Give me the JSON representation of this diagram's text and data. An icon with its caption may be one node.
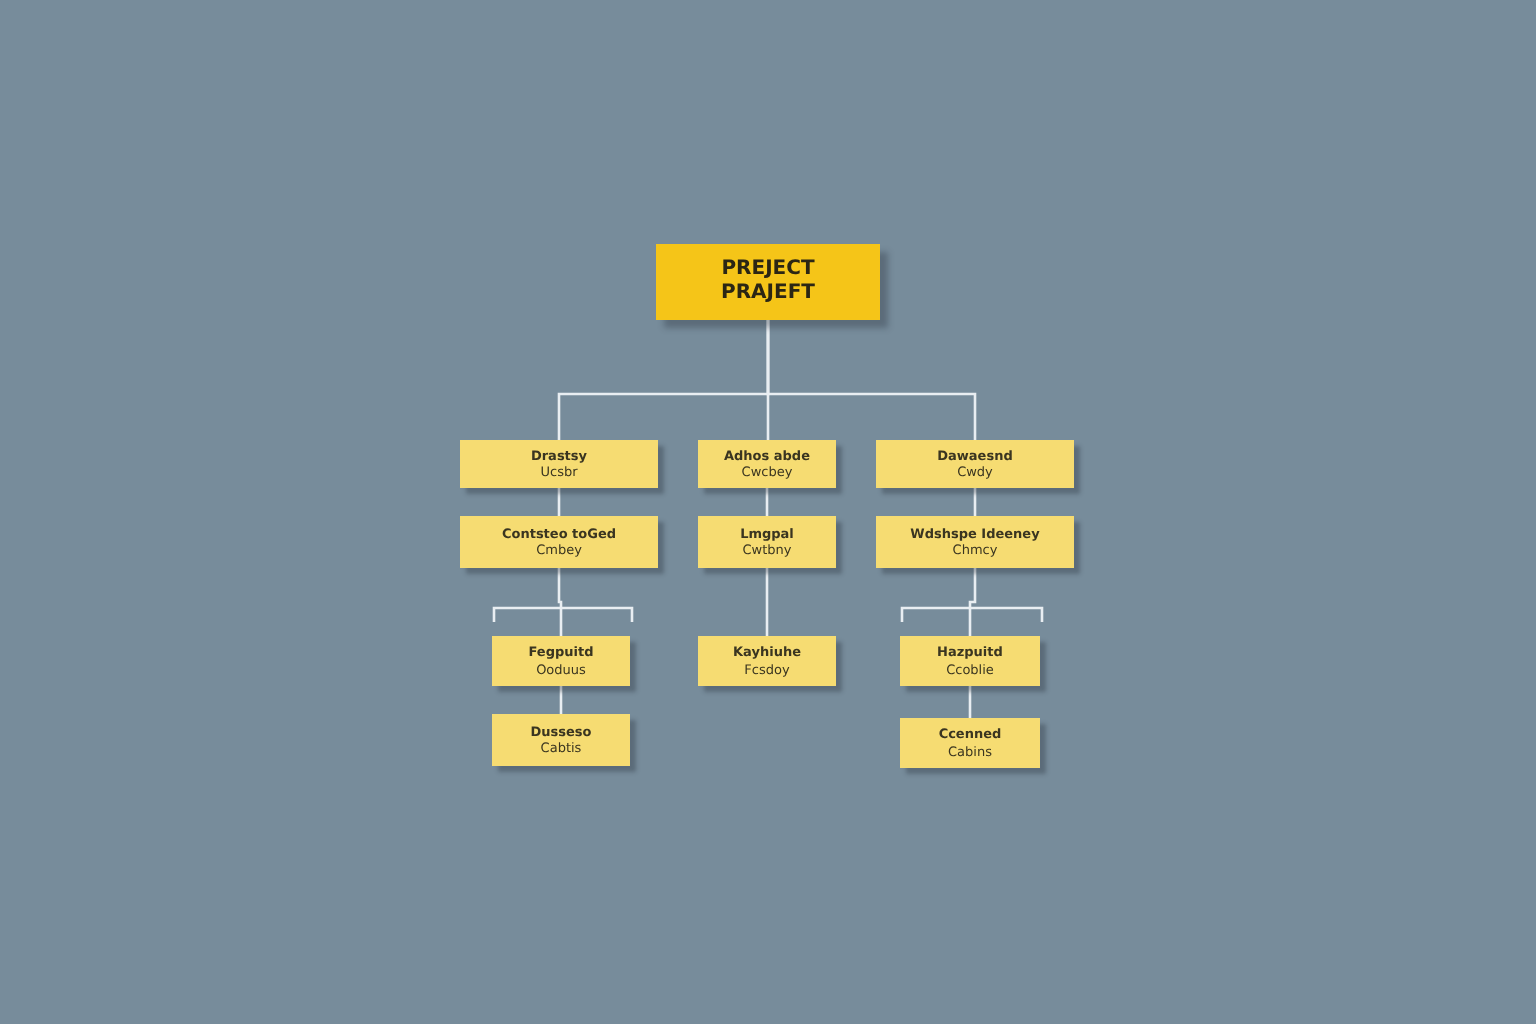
{
  "diagram": {
    "nodes": [
      {
        "text": [
          "PREJECT",
          "PRAJEFT"
        ]
      },
      {
        "text": [
          "Drastsy",
          "Ucsbr"
        ]
      },
      {
        "text": [
          "Adhos abde",
          "Cwcbey"
        ]
      },
      {
        "text": [
          "Dawaesnd",
          "Cwdy"
        ]
      },
      {
        "text": [
          "Contsteo toGed",
          "Cmbey"
        ]
      },
      {
        "text": [
          "Lmgpal",
          "Cwtbny"
        ]
      },
      {
        "text": [
          "Wdshspe Ideeney",
          "Chmcy"
        ]
      },
      {
        "text": [
          "Fegpuitd",
          "Ooduus"
        ]
      },
      {
        "text": [
          "Kayhiuhe",
          "Fcsdoy"
        ]
      },
      {
        "text": [
          "Hazpuitd",
          "Ccoblie"
        ]
      },
      {
        "text": [
          "Dusseso",
          "Cabtis"
        ]
      },
      {
        "text": [
          "Ccenned",
          "Cabins"
        ]
      }
    ],
    "edges": [
      {
        "from": 0,
        "to": 1,
        "arrow": "none"
      },
      {
        "from": 0,
        "to": 2,
        "arrow": "none"
      },
      {
        "from": 0,
        "to": 3,
        "arrow": "none"
      },
      {
        "from": 1,
        "to": 4,
        "arrow": "none"
      },
      {
        "from": 2,
        "to": 5,
        "arrow": "none"
      },
      {
        "from": 3,
        "to": 6,
        "arrow": "none"
      },
      {
        "from": 4,
        "to": 7,
        "arrow": "none"
      },
      {
        "from": 5,
        "to": 8,
        "arrow": "none"
      },
      {
        "from": 6,
        "to": 9,
        "arrow": "none"
      },
      {
        "from": 7,
        "to": 10,
        "arrow": "none"
      },
      {
        "from": 9,
        "to": 11,
        "arrow": "none"
      }
    ]
  }
}
